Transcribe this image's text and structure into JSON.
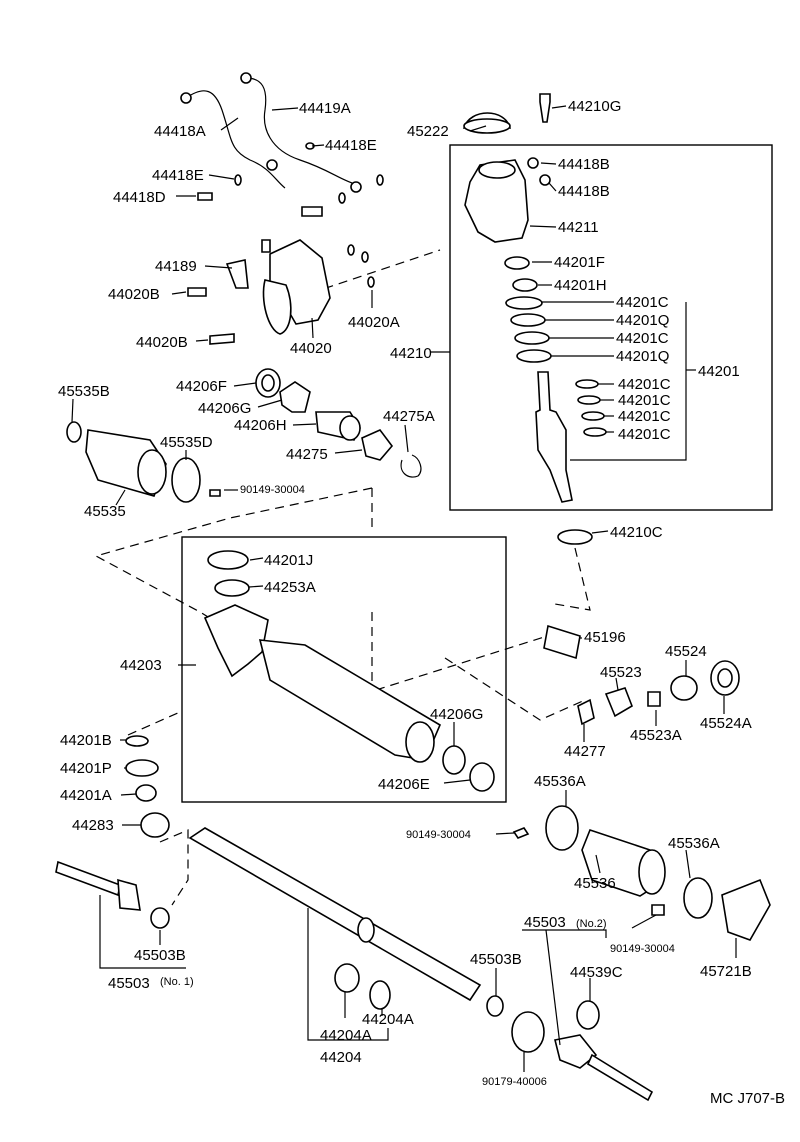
{
  "diagram": {
    "code": "MC J707-B",
    "labels": {
      "p44418A": "44418A",
      "p44419A": "44419A",
      "p44418E_1": "44418E",
      "p44418E_2": "44418E",
      "p44418D": "44418D",
      "p45222": "45222",
      "p44210G": "44210G",
      "p44418B_1": "44418B",
      "p44418B_2": "44418B",
      "p44211": "44211",
      "p44189": "44189",
      "p44020B_1": "44020B",
      "p44020B_2": "44020B",
      "p44020A": "44020A",
      "p44020": "44020",
      "p44201F": "44201F",
      "p44201H": "44201H",
      "p44201C_1": "44201C",
      "p44201Q_1": "44201Q",
      "p44201C_2": "44201C",
      "p44201Q_2": "44201Q",
      "p44201C_3": "44201C",
      "p44201C_4": "44201C",
      "p44201C_5": "44201C",
      "p44201C_6": "44201C",
      "p44201": "44201",
      "p44210": "44210",
      "p45535B": "45535B",
      "p44206F": "44206F",
      "p44206G_1": "44206G",
      "p44206H": "44206H",
      "p44275A": "44275A",
      "p44275": "44275",
      "p45535D": "45535D",
      "p90149_1": "90149-30004",
      "p45535": "45535",
      "p44210C": "44210C",
      "p44201J": "44201J",
      "p44253A": "44253A",
      "p45196": "45196",
      "p44203": "44203",
      "p45524": "45524",
      "p45523": "45523",
      "p45524A": "45524A",
      "p45523A": "45523A",
      "p44277": "44277",
      "p44201B": "44201B",
      "p44206G_2": "44206G",
      "p44201P": "44201P",
      "p44206E": "44206E",
      "p44201A": "44201A",
      "p45536A_1": "45536A",
      "p44283": "44283",
      "p90149_2": "90149-30004",
      "p45536A_2": "45536A",
      "p45536": "45536",
      "p45503B_1": "45503B",
      "p45503_1": "45503",
      "p45503_1_note": "(No. 1)",
      "p45503_2": "45503",
      "p45503_2_note": "(No.2)",
      "p45503B_2": "45503B",
      "p90149_3": "90149-30004",
      "p45721B": "45721B",
      "p44539C": "44539C",
      "p44204A_1": "44204A",
      "p44204A_2": "44204A",
      "p44204": "44204",
      "p90179": "90179-40006"
    }
  }
}
